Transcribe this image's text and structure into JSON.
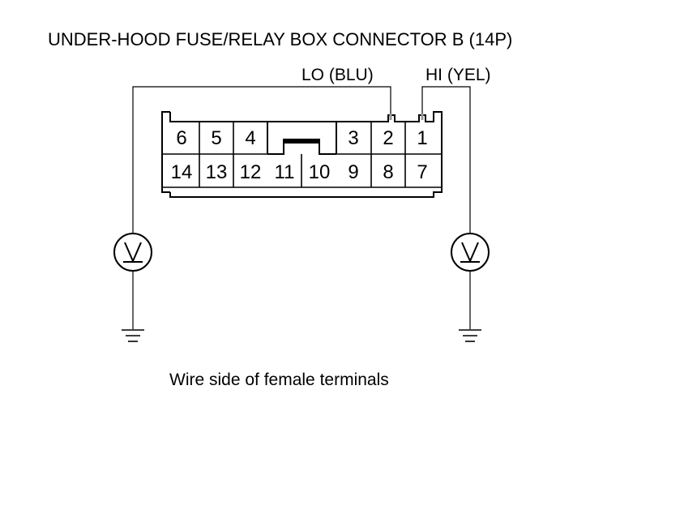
{
  "diagram": {
    "title": "UNDER-HOOD FUSE/RELAY BOX CONNECTOR B (14P)",
    "wire_lo_label": "LO (BLU)",
    "wire_hi_label": "HI (YEL)",
    "caption": "Wire side of female terminals",
    "top_row_pins": [
      "6",
      "5",
      "4",
      "",
      "",
      "3",
      "2",
      "1"
    ],
    "bottom_row_pins": [
      "14",
      "13",
      "12",
      "11",
      "10",
      "9",
      "8",
      "7"
    ],
    "meter_left_icon": "voltmeter-icon",
    "meter_right_icon": "voltmeter-icon",
    "ground_icon": "ground-icon"
  }
}
